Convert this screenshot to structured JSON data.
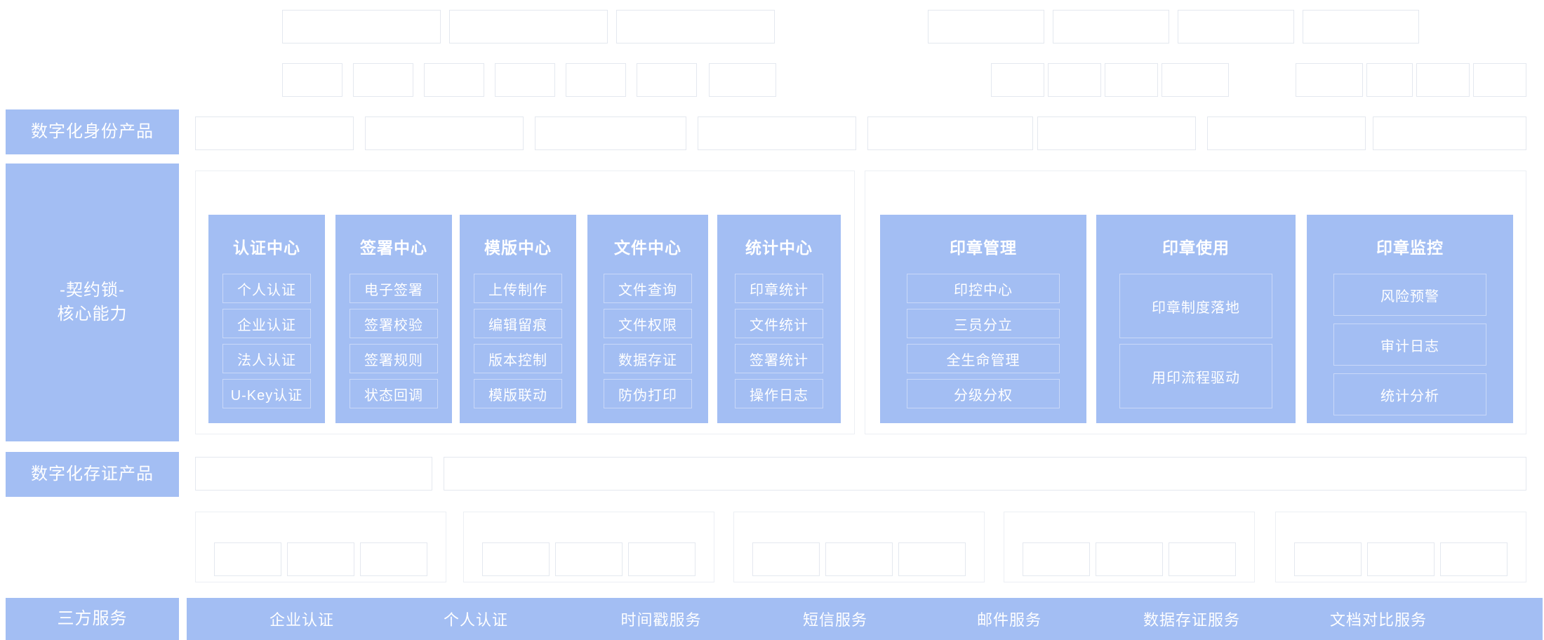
{
  "rows": {
    "identity": "数字化身份产品",
    "core": "-契约锁-\n核心能力",
    "storage": "数字化存证产品",
    "third_party": "三方服务"
  },
  "contract_modules": [
    {
      "title": "认证中心",
      "items": [
        "个人认证",
        "企业认证",
        "法人认证",
        "U-Key认证"
      ]
    },
    {
      "title": "签署中心",
      "items": [
        "电子签署",
        "签署校验",
        "签署规则",
        "状态回调"
      ]
    },
    {
      "title": "模版中心",
      "items": [
        "上传制作",
        "编辑留痕",
        "版本控制",
        "模版联动"
      ]
    },
    {
      "title": "文件中心",
      "items": [
        "文件查询",
        "文件权限",
        "数据存证",
        "防伪打印"
      ]
    },
    {
      "title": "统计中心",
      "items": [
        "印章统计",
        "文件统计",
        "签署统计",
        "操作日志"
      ]
    }
  ],
  "seal_modules": [
    {
      "title": "印章管理",
      "items": [
        "印控中心",
        "三员分立",
        "全生命管理",
        "分级分权"
      ]
    },
    {
      "title": "印章使用",
      "items": [
        "印章制度落地",
        "用印流程驱动"
      ]
    },
    {
      "title": "印章监控",
      "items": [
        "风险预警",
        "审计日志",
        "统计分析"
      ]
    }
  ],
  "third_party_services": [
    "企业认证",
    "个人认证",
    "时间戳服务",
    "短信服务",
    "邮件服务",
    "数据存证服务",
    "文档对比服务"
  ],
  "colors": {
    "accent": "#a3bef3",
    "ghost_border": "#e4e8ef",
    "chip_border": "#c9d8f8"
  }
}
